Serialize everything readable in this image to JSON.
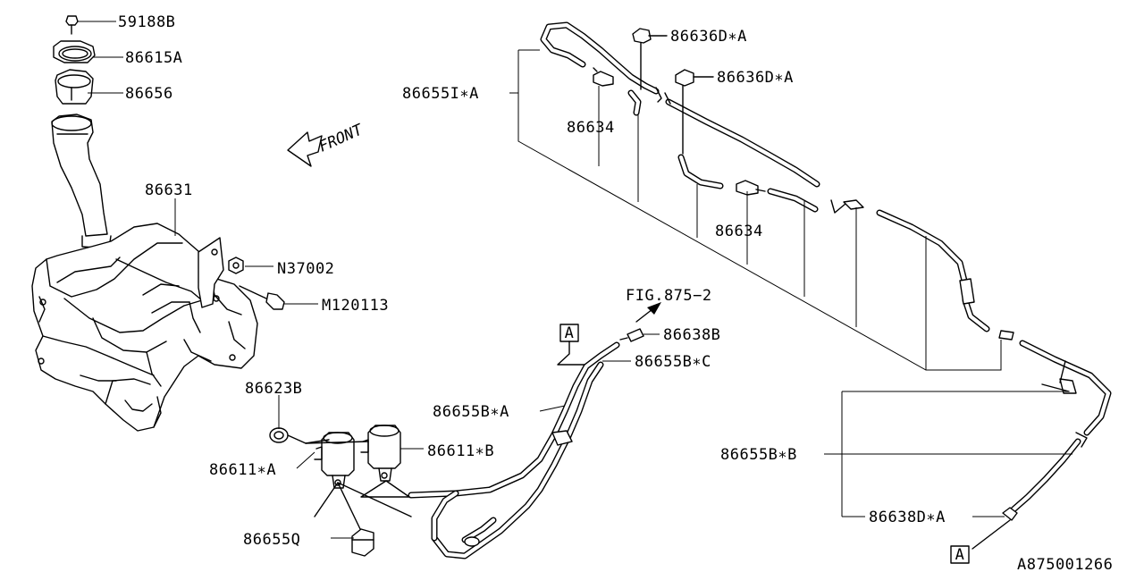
{
  "labels": {
    "p59188b": "59188B",
    "p86615a": "86615A",
    "p86656": "86656",
    "p86631": "86631",
    "n37002": "N37002",
    "m120113": "M120113",
    "p86623b": "86623B",
    "p86611a": "86611∗A",
    "p86611b": "86611∗B",
    "p86655q": "86655Q",
    "p86655ba": "86655B∗A",
    "p86655bc": "86655B∗C",
    "p86638b": "86638B",
    "fig": "FIG.875−2",
    "p86655ia": "86655I∗A",
    "p86636da_1": "86636D∗A",
    "p86636da_2": "86636D∗A",
    "p86634_1": "86634",
    "p86634_2": "86634",
    "p86655bb": "86655B∗B",
    "p86638da": "86638D∗A",
    "ref_a_1": "A",
    "ref_a_2": "A",
    "front": "FRONT",
    "drawing_id": "A875001266"
  }
}
